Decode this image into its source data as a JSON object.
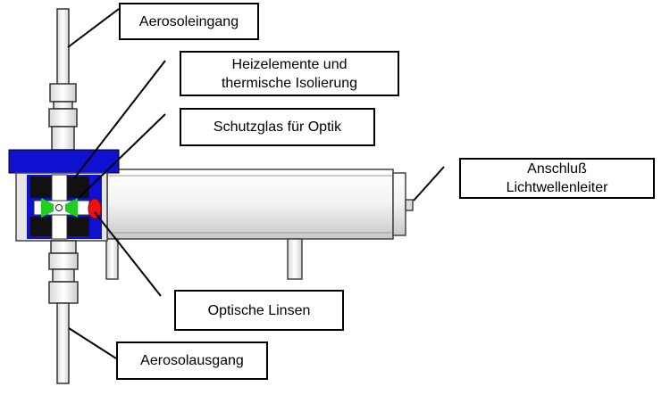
{
  "labels": {
    "aerosol_inlet": "Aerosoleingang",
    "heating_elements": [
      "Heizelemente und",
      "thermische Isolierung"
    ],
    "protective_glass": "Schutzglas für Optik",
    "fiber_connector": [
      "Anschluß",
      "Lichtwellenleiter"
    ],
    "optical_lenses": "Optische Linsen",
    "aerosol_outlet": "Aerosolausgang"
  },
  "colors": {
    "housing_blue": "#1010d0",
    "housing_black": "#111111",
    "glass_green": "#22cc22",
    "lens_red": "#ee1111",
    "tube_gray": "#e8e8e8",
    "outline": "#333333"
  }
}
